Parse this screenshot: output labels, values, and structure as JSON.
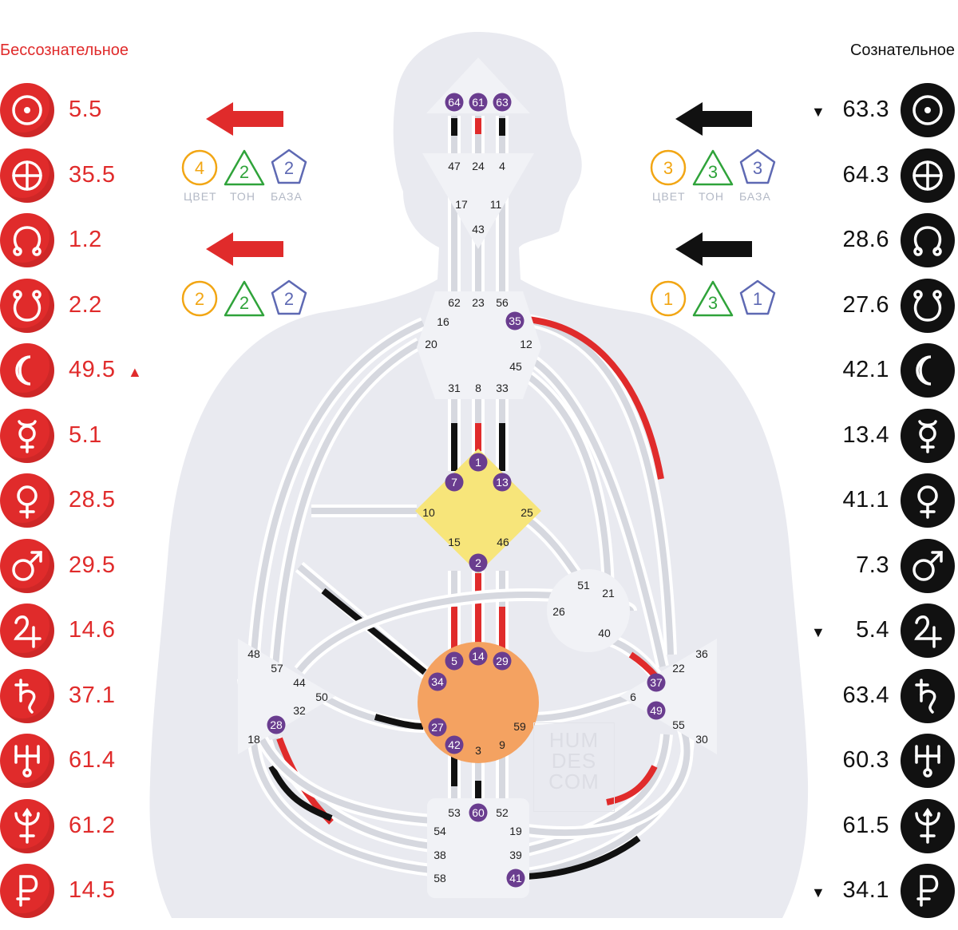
{
  "headers": {
    "unconscious": "Бессознательное",
    "conscious": "Сознательное"
  },
  "planets": [
    {
      "icon": "sun-icon",
      "unconscious": "5.5",
      "conscious": "63.3",
      "u_mark": "",
      "c_mark": "▼"
    },
    {
      "icon": "earth-icon",
      "unconscious": "35.5",
      "conscious": "64.3",
      "u_mark": "",
      "c_mark": ""
    },
    {
      "icon": "north-node-icon",
      "unconscious": "1.2",
      "conscious": "28.6",
      "u_mark": "",
      "c_mark": ""
    },
    {
      "icon": "south-node-icon",
      "unconscious": "2.2",
      "conscious": "27.6",
      "u_mark": "",
      "c_mark": ""
    },
    {
      "icon": "moon-icon",
      "unconscious": "49.5",
      "conscious": "42.1",
      "u_mark": "▲",
      "c_mark": ""
    },
    {
      "icon": "mercury-icon",
      "unconscious": "5.1",
      "conscious": "13.4",
      "u_mark": "",
      "c_mark": ""
    },
    {
      "icon": "venus-icon",
      "unconscious": "28.5",
      "conscious": "41.1",
      "u_mark": "",
      "c_mark": ""
    },
    {
      "icon": "mars-icon",
      "unconscious": "29.5",
      "conscious": "7.3",
      "u_mark": "",
      "c_mark": ""
    },
    {
      "icon": "jupiter-icon",
      "unconscious": "14.6",
      "conscious": "5.4",
      "u_mark": "",
      "c_mark": "▼"
    },
    {
      "icon": "saturn-icon",
      "unconscious": "37.1",
      "conscious": "63.4",
      "u_mark": "",
      "c_mark": ""
    },
    {
      "icon": "uranus-icon",
      "unconscious": "61.4",
      "conscious": "60.3",
      "u_mark": "",
      "c_mark": ""
    },
    {
      "icon": "neptune-icon",
      "unconscious": "61.2",
      "conscious": "61.5",
      "u_mark": "",
      "c_mark": ""
    },
    {
      "icon": "pluto-icon",
      "unconscious": "14.5",
      "conscious": "34.1",
      "u_mark": "",
      "c_mark": "▼"
    }
  ],
  "variables": {
    "labels": {
      "color": "ЦВЕТ",
      "tone": "ТОН",
      "base": "БАЗА"
    },
    "unconscious_top": {
      "color": "4",
      "tone": "2",
      "base": "2"
    },
    "unconscious_bottom": {
      "color": "2",
      "tone": "2",
      "base": "2"
    },
    "conscious_top": {
      "color": "3",
      "tone": "3",
      "base": "3"
    },
    "conscious_bottom": {
      "color": "1",
      "tone": "3",
      "base": "1"
    }
  },
  "colors": {
    "design": "#e02b2b",
    "personality": "#111111",
    "gate_badge": "#6a3d8f",
    "g_center": "#f7e57a",
    "sacral_center": "#f4a261",
    "center_open": "#f1f2f6",
    "body_silhouette": "#e9eaf0",
    "var_color": "#f2a614",
    "var_tone": "#2fa33a",
    "var_base": "#5e69b3"
  },
  "bodygraph": {
    "centers": {
      "head": [
        "64",
        "61",
        "63"
      ],
      "ajna": [
        "47",
        "24",
        "4",
        "17",
        "11",
        "43"
      ],
      "throat": [
        "62",
        "23",
        "56",
        "16",
        "35",
        "20",
        "12",
        "45",
        "31",
        "8",
        "33"
      ],
      "g": [
        "1",
        "7",
        "13",
        "10",
        "25",
        "15",
        "46",
        "2"
      ],
      "ego": [
        "51",
        "21",
        "26",
        "40"
      ],
      "spleen": [
        "48",
        "57",
        "44",
        "50",
        "32",
        "28",
        "18"
      ],
      "sacral": [
        "5",
        "14",
        "29",
        "34",
        "27",
        "42",
        "3",
        "9",
        "59"
      ],
      "solar_plexus": [
        "36",
        "22",
        "37",
        "6",
        "49",
        "55",
        "30"
      ],
      "root": [
        "53",
        "60",
        "52",
        "54",
        "19",
        "38",
        "39",
        "58",
        "41"
      ]
    },
    "active_gates": [
      "64",
      "61",
      "63",
      "35",
      "1",
      "7",
      "13",
      "2",
      "5",
      "14",
      "29",
      "34",
      "27",
      "42",
      "28",
      "37",
      "49",
      "60",
      "41"
    ]
  },
  "watermark": {
    "line1": "HUM",
    "line2": "DES",
    "line3": "COM"
  }
}
